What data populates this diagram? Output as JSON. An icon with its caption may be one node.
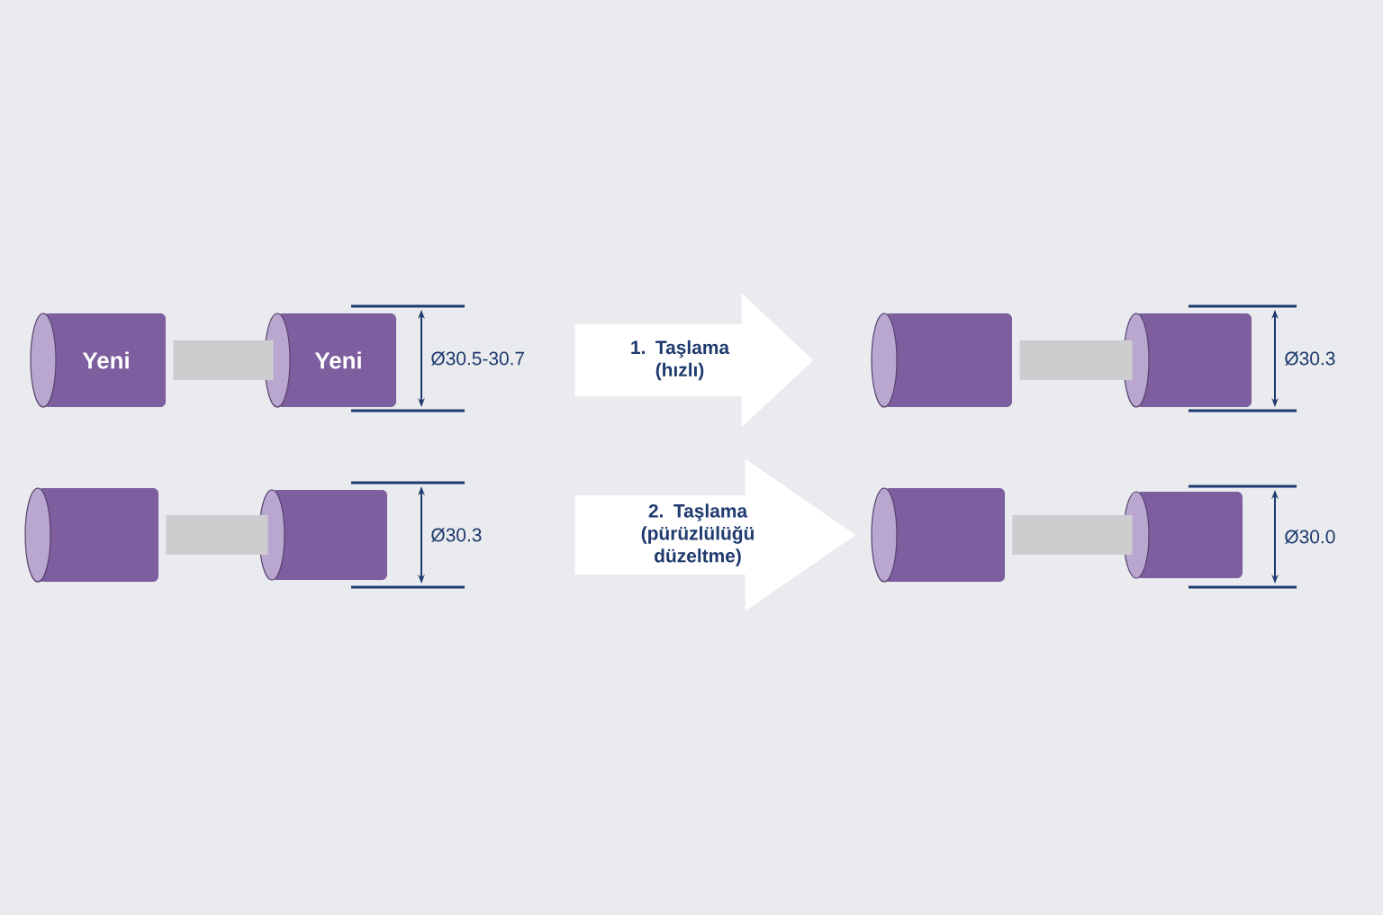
{
  "diagram": {
    "nodes": [
      {
        "text": [
          "Yeni"
        ]
      },
      {
        "text": [
          "Yeni"
        ],
        "beside": [
          "Ø30.5-30.7"
        ]
      },
      {
        "text": [],
        "shape": "cylinder"
      },
      {
        "text": [],
        "shape": "cylinder",
        "beside": [
          "Ø30.3"
        ]
      },
      {
        "text": [],
        "shape": "cylinder"
      },
      {
        "text": [],
        "shape": "cylinder",
        "beside": [
          "Ø30.3"
        ]
      },
      {
        "text": [],
        "shape": "cylinder"
      },
      {
        "text": [],
        "shape": "cylinder",
        "beside": [
          "Ø30.0"
        ]
      }
    ],
    "edges": [
      {
        "from": 0,
        "to": 1,
        "arrow": "none"
      },
      {
        "from": 1,
        "to": 2,
        "arrow": "to",
        "label": "1. Taşlama (hızlı)",
        "style": "thick",
        "color": "#ffffff"
      },
      {
        "from": 2,
        "to": 3,
        "arrow": "none"
      },
      {
        "from": 4,
        "to": 5,
        "arrow": "none"
      },
      {
        "from": 5,
        "to": 6,
        "arrow": "to",
        "label": "2. Taşlama (pürüzlülüğü düzeltme)",
        "style": "thick",
        "color": "#ffffff"
      },
      {
        "from": 6,
        "to": 7,
        "arrow": "none"
      }
    ]
  }
}
